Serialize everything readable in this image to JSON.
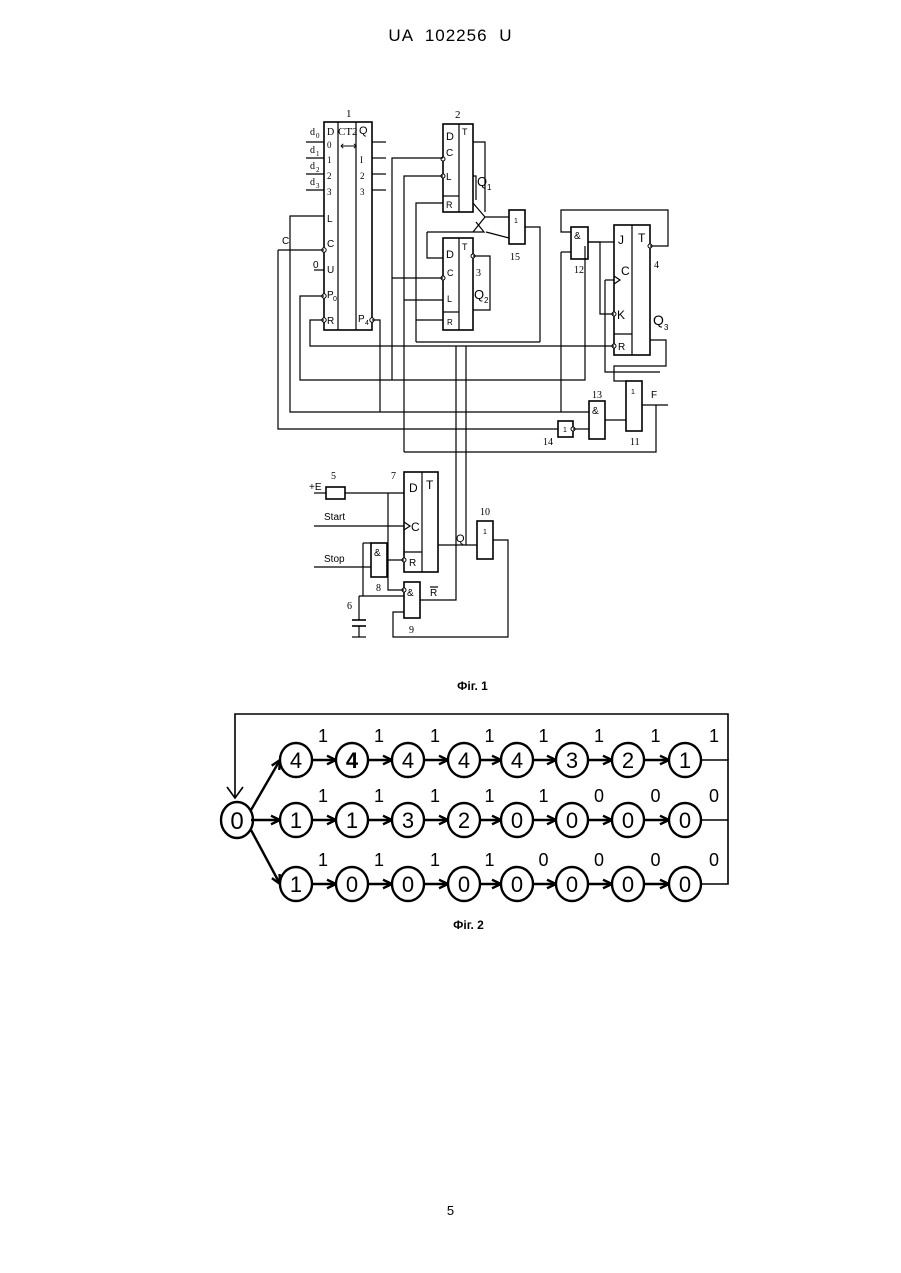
{
  "header": {
    "text": "UA   102256   U"
  },
  "fig1": {
    "caption": "Фіг. 1",
    "counter": {
      "number": "1",
      "title": "CT2",
      "direction_symbol": "⟷",
      "q_label": "Q",
      "input_labels": [
        "D",
        "0",
        "1",
        "2",
        "3"
      ],
      "output_labels": [
        "I",
        "2",
        "3"
      ],
      "data_inputs": [
        "d",
        "d",
        "d",
        "d"
      ],
      "data_subscripts": [
        "0",
        "1",
        "2",
        "3"
      ],
      "control_labels": [
        "L",
        "C",
        "U",
        "P",
        "R"
      ],
      "p0_sub": "0",
      "p4_label": "P",
      "p4_sub": "4",
      "u_input": "0"
    },
    "ff2": {
      "number": "2",
      "pins": [
        "D",
        "C",
        "L",
        "R"
      ],
      "t": "T",
      "q": "Q",
      "q_sub": "1"
    },
    "ff3": {
      "number": "3",
      "pins": [
        "D",
        "C",
        "L",
        "R"
      ],
      "t": "T",
      "q": "Q",
      "q_sub": "2"
    },
    "jk4": {
      "number": "4",
      "pins": [
        "J",
        "C",
        "K",
        "R"
      ],
      "t": "T",
      "q": "Q",
      "q_sub": "3"
    },
    "ff7": {
      "number": "7",
      "pins": [
        "D",
        "C",
        "R"
      ],
      "t": "T",
      "out": "Q"
    },
    "gates": {
      "g15": {
        "number": "15",
        "sym": "1"
      },
      "g12": {
        "number": "12",
        "sym": "&"
      },
      "g13": {
        "number": "13",
        "sym": "&"
      },
      "g11": {
        "number": "11",
        "sym": "1"
      },
      "g14": {
        "number": "14",
        "sym": "1"
      },
      "g10": {
        "number": "10",
        "sym": "1"
      },
      "g8": {
        "number": "8",
        "sym": "&"
      },
      "g9": {
        "number": "9",
        "sym": "&"
      }
    },
    "labels": {
      "c_input": "C",
      "f_output": "F",
      "plus_e": "+E",
      "resistor_number": "5",
      "start": "Start",
      "stop": "Stop",
      "capacitor_number": "6",
      "r_bar": "R"
    }
  },
  "fig2": {
    "caption": "Фіг. 2",
    "start_state": "0",
    "rows": [
      {
        "states": [
          "4",
          "4",
          "4",
          "4",
          "4",
          "3",
          "2",
          "1"
        ],
        "bold": [
          false,
          true,
          false,
          false,
          false,
          false,
          false,
          false
        ],
        "edge_labels": [
          "1",
          "1",
          "1",
          "1",
          "1",
          "1",
          "1",
          "1"
        ]
      },
      {
        "states": [
          "1",
          "1",
          "3",
          "2",
          "0",
          "0",
          "0",
          "0"
        ],
        "bold": [
          false,
          false,
          false,
          false,
          false,
          false,
          false,
          false
        ],
        "edge_labels": [
          "1",
          "1",
          "1",
          "1",
          "1",
          "0",
          "0",
          "0"
        ]
      },
      {
        "states": [
          "1",
          "0",
          "0",
          "0",
          "0",
          "0",
          "0",
          "0"
        ],
        "bold": [
          false,
          false,
          false,
          false,
          false,
          false,
          false,
          false
        ],
        "edge_labels": [
          "1",
          "1",
          "1",
          "1",
          "0",
          "0",
          "0",
          "0"
        ]
      }
    ]
  },
  "footer": {
    "page_number": "5"
  }
}
